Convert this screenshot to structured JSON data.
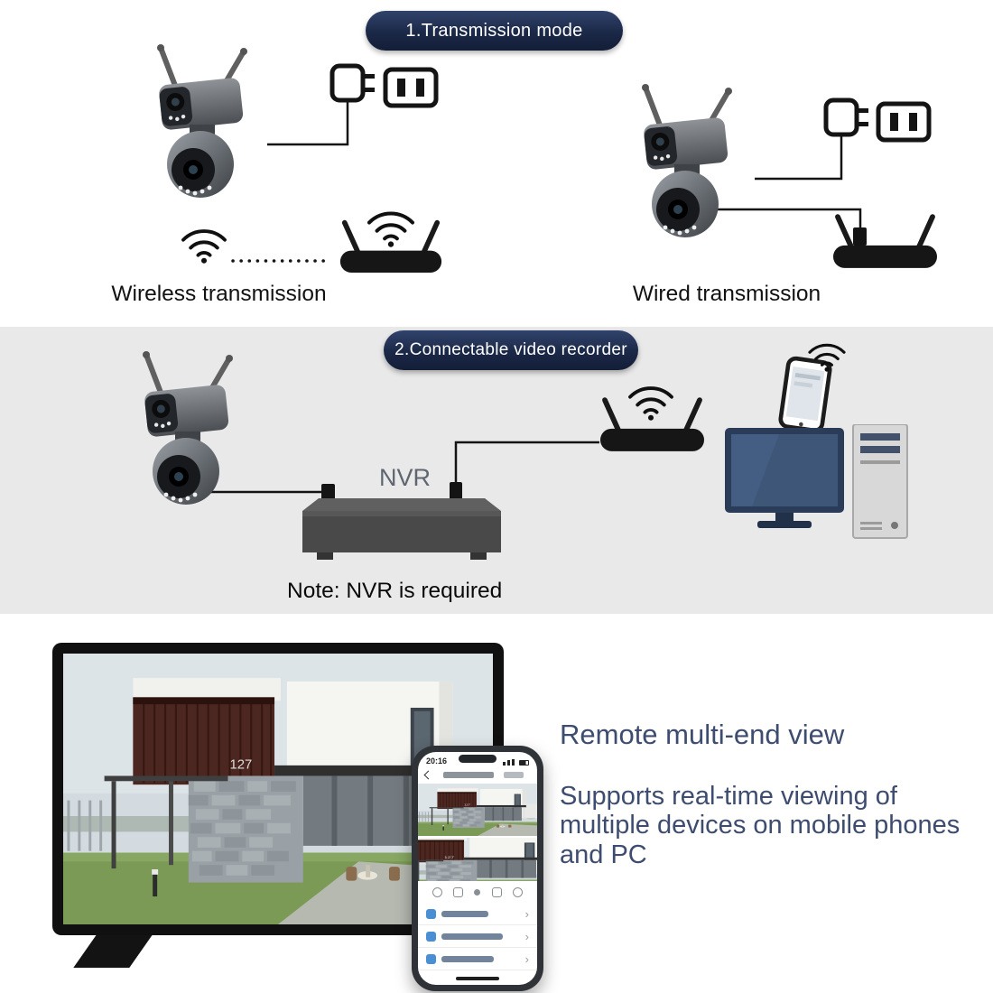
{
  "sections": {
    "transmission": {
      "banner": "1.Transmission mode",
      "wireless_label": "Wireless transmission",
      "wired_label": "Wired transmission"
    },
    "recorder": {
      "banner": "2.Connectable video recorder",
      "nvr_label": "NVR",
      "note": "Note: NVR is required"
    },
    "remote": {
      "title": "Remote multi-end view",
      "description": "Supports real-time viewing of multiple devices on mobile phones and PC"
    }
  },
  "phone_app": {
    "time": "20:16"
  },
  "tv_scene": {
    "house_number": "127"
  },
  "icons": {
    "chevron_right": "›"
  },
  "colors": {
    "banner_bg": "#1c2a4c",
    "section_recorder_bg": "#e9e9e9",
    "remote_text": "#3d4c6f",
    "app_accent_blue": "#4a8fd4"
  }
}
